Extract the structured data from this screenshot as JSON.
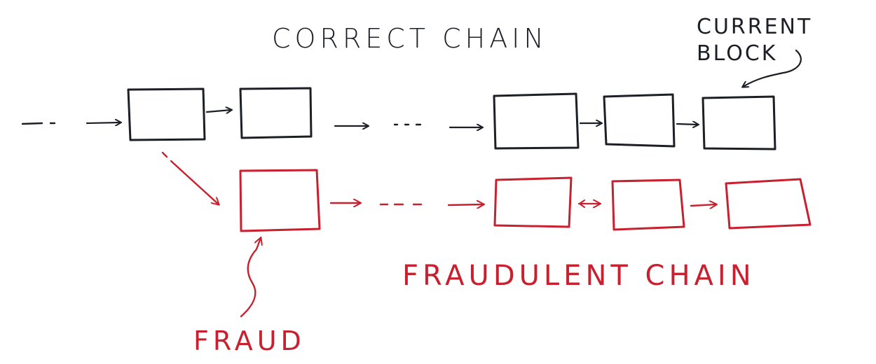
{
  "labels": {
    "correct_chain": "CORRECT CHAIN",
    "current_block_line1": "CURRENT",
    "current_block_line2": "BLOCK",
    "fraudulent_chain": "FRAUDULENT CHAIN",
    "fraud": "FRAUD"
  },
  "colors": {
    "correct_ink": "#1d1f26",
    "fraud_ink": "#c8202f"
  },
  "chains": {
    "correct": {
      "blocks": 5,
      "leading_ellipsis": true,
      "mid_ellipsis_after_block": 2
    },
    "fraudulent": {
      "blocks": 4,
      "fork_from_correct_block": 1,
      "mid_ellipsis_after_block": 1
    }
  }
}
